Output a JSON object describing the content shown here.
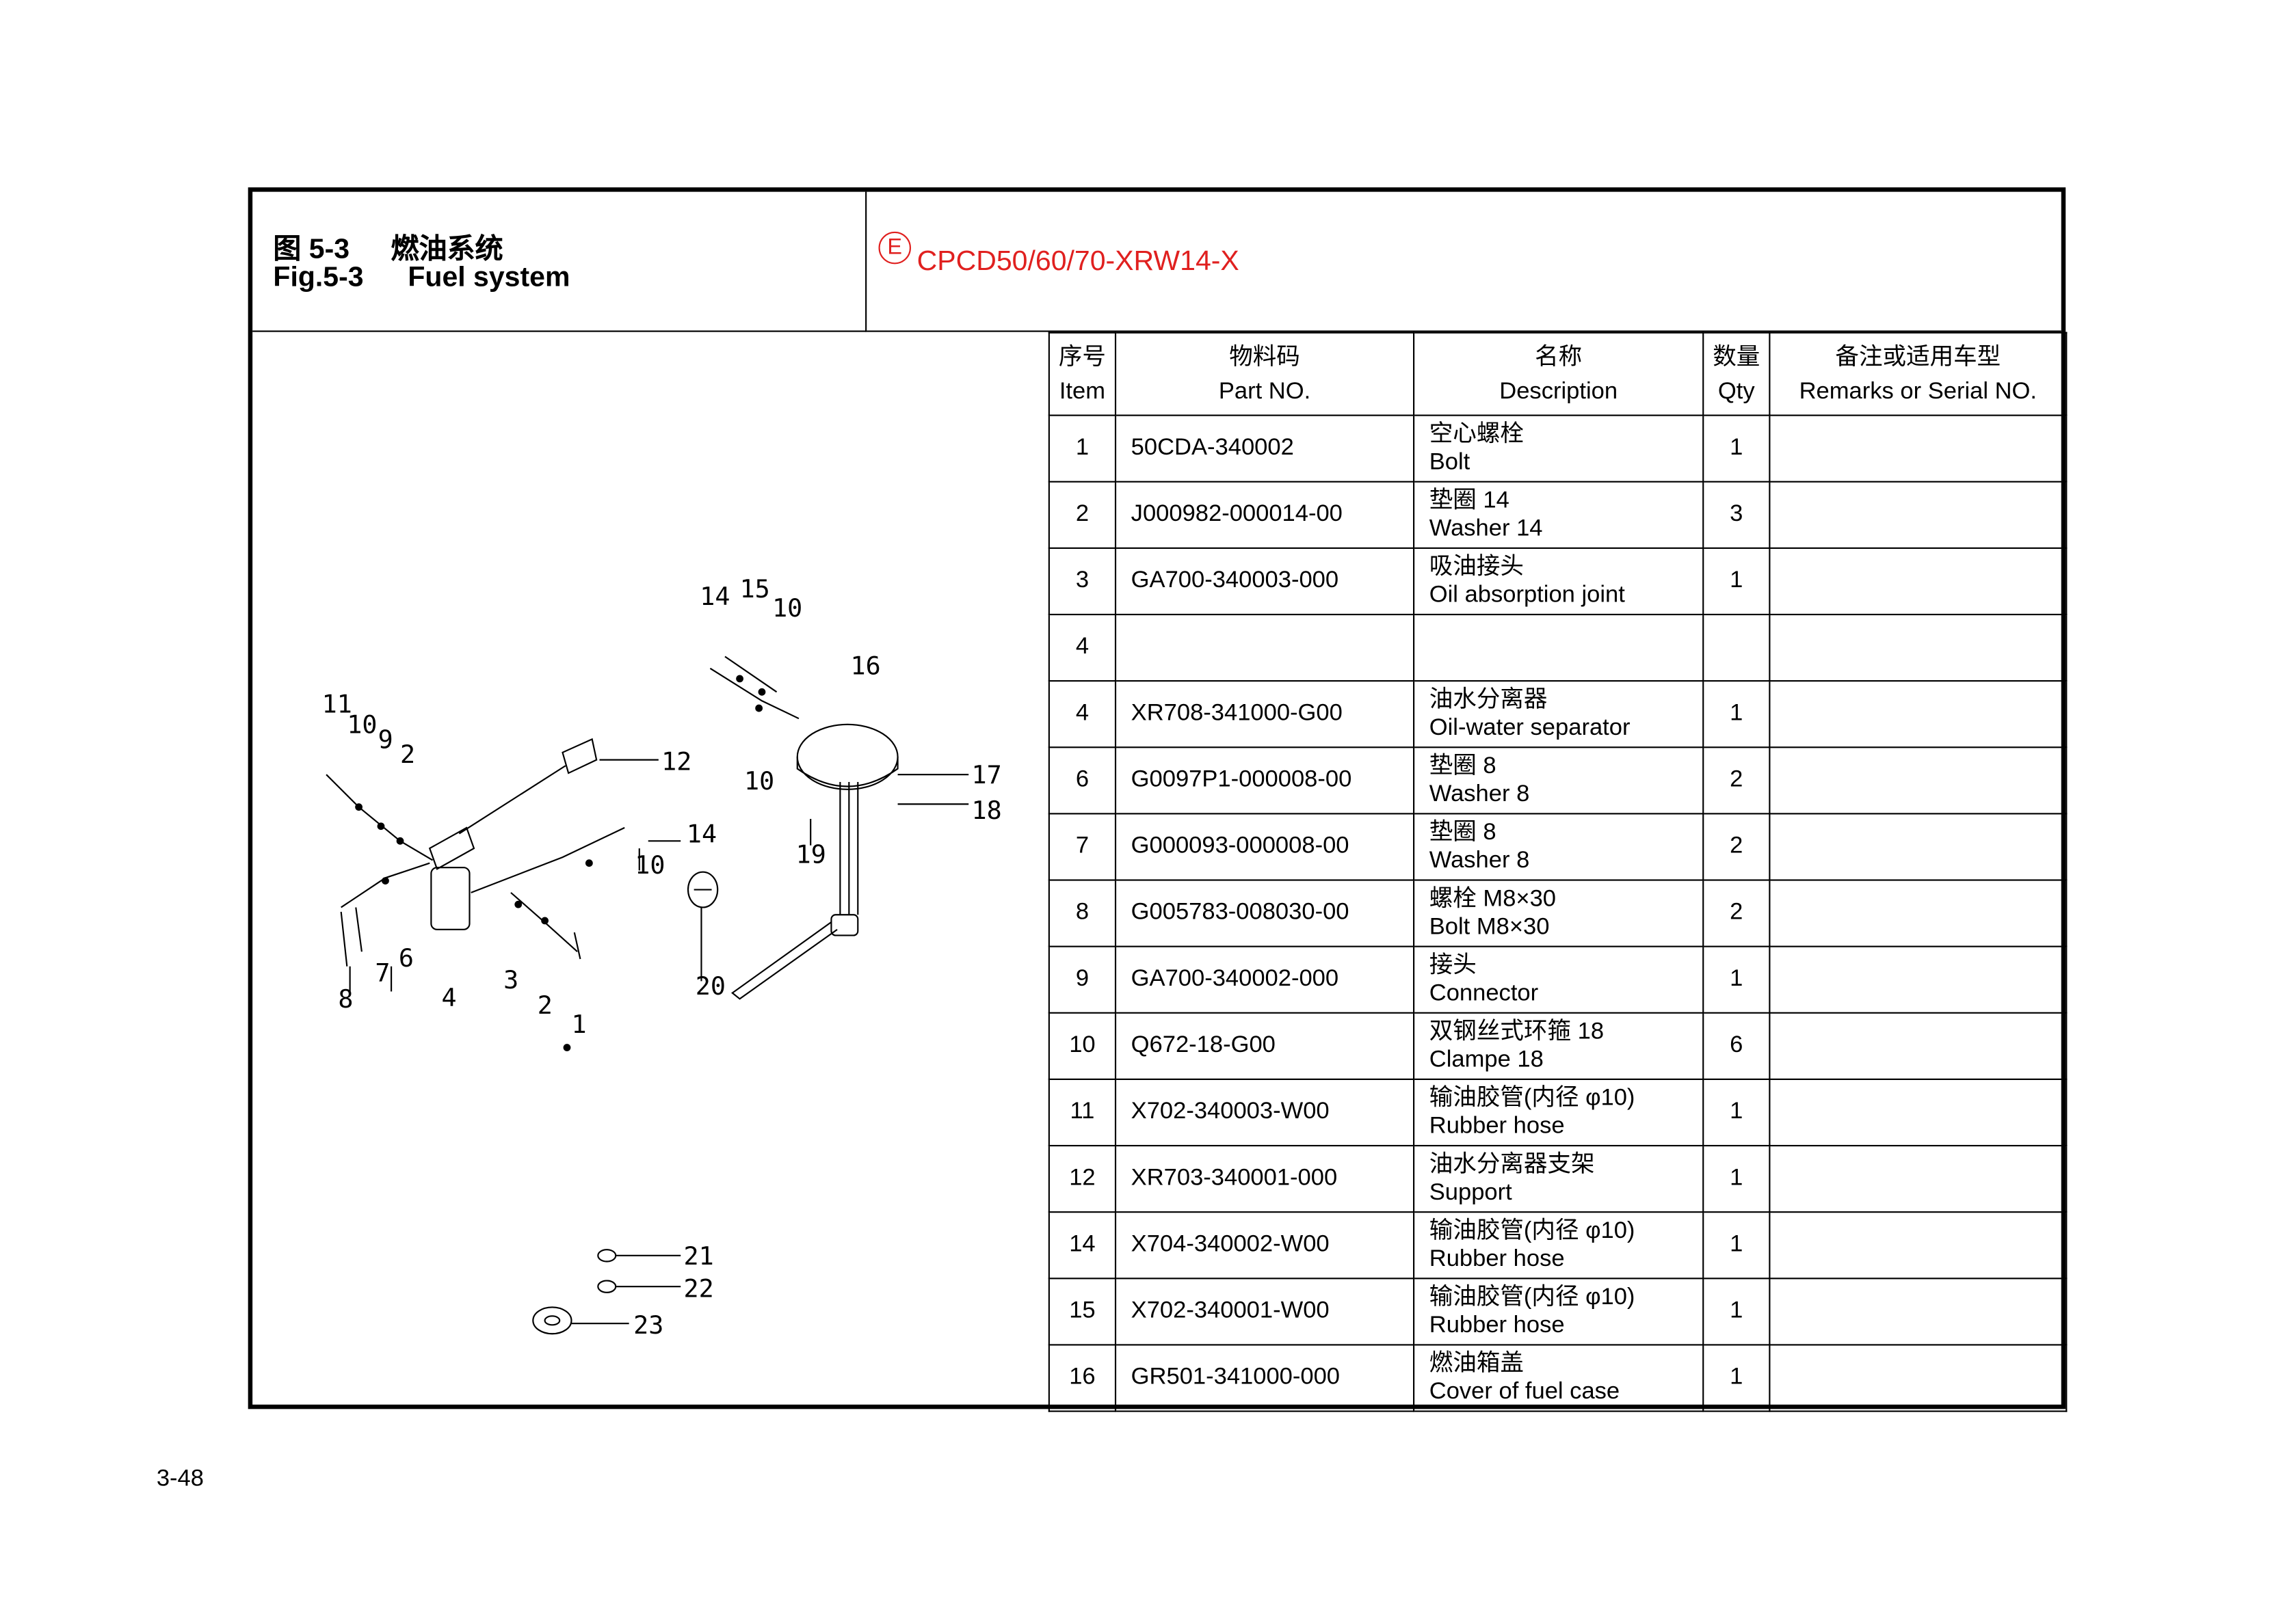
{
  "header": {
    "fig_cn_prefix": "图 5-3",
    "fig_cn_title": "燃油系统",
    "fig_en_prefix": "Fig.5-3",
    "fig_en_title": "Fuel system",
    "ce_mark": "E",
    "model": "CPCD50/60/70-XRW14-X"
  },
  "table": {
    "columns": [
      {
        "cn": "序号",
        "en": "Item"
      },
      {
        "cn": "物料码",
        "en": "Part NO."
      },
      {
        "cn": "名称",
        "en": "Description"
      },
      {
        "cn": "数量",
        "en": "Qty"
      },
      {
        "cn": "备注或适用车型",
        "en": "Remarks or Serial NO."
      }
    ],
    "rows": [
      {
        "item": "1",
        "part": "50CDA-340002",
        "desc_cn": "空心螺栓",
        "desc_en": "Bolt",
        "qty": "1",
        "remarks": ""
      },
      {
        "item": "2",
        "part": "J000982-000014-00",
        "desc_cn": "垫圈 14",
        "desc_en": "Washer 14",
        "qty": "3",
        "remarks": ""
      },
      {
        "item": "3",
        "part": "GA700-340003-000",
        "desc_cn": "吸油接头",
        "desc_en": "Oil absorption joint",
        "qty": "1",
        "remarks": ""
      },
      {
        "item": "4",
        "part": "",
        "desc_cn": "",
        "desc_en": "",
        "qty": "",
        "remarks": ""
      },
      {
        "item": "4",
        "part": "XR708-341000-G00",
        "desc_cn": "油水分离器",
        "desc_en": "Oil-water separator",
        "qty": "1",
        "remarks": ""
      },
      {
        "item": "6",
        "part": "G0097P1-000008-00",
        "desc_cn": "垫圈 8",
        "desc_en": "Washer 8",
        "qty": "2",
        "remarks": ""
      },
      {
        "item": "7",
        "part": "G000093-000008-00",
        "desc_cn": "垫圈 8",
        "desc_en": "Washer 8",
        "qty": "2",
        "remarks": ""
      },
      {
        "item": "8",
        "part": "G005783-008030-00",
        "desc_cn": "螺栓 M8×30",
        "desc_en": "Bolt M8×30",
        "qty": "2",
        "remarks": ""
      },
      {
        "item": "9",
        "part": "GA700-340002-000",
        "desc_cn": "接头",
        "desc_en": "Connector",
        "qty": "1",
        "remarks": ""
      },
      {
        "item": "10",
        "part": "Q672-18-G00",
        "desc_cn": "双钢丝式环箍 18",
        "desc_en": "Clampe 18",
        "qty": "6",
        "remarks": ""
      },
      {
        "item": "11",
        "part": "X702-340003-W00",
        "desc_cn": "输油胶管(内径 φ10)",
        "desc_en": "Rubber hose",
        "qty": "1",
        "remarks": ""
      },
      {
        "item": "12",
        "part": "XR703-340001-000",
        "desc_cn": "油水分离器支架",
        "desc_en": "Support",
        "qty": "1",
        "remarks": ""
      },
      {
        "item": "14",
        "part": "X704-340002-W00",
        "desc_cn": "输油胶管(内径 φ10)",
        "desc_en": "Rubber hose",
        "qty": "1",
        "remarks": ""
      },
      {
        "item": "15",
        "part": "X702-340001-W00",
        "desc_cn": "输油胶管(内径 φ10)",
        "desc_en": "Rubber hose",
        "qty": "1",
        "remarks": ""
      },
      {
        "item": "16",
        "part": "GR501-341000-000",
        "desc_cn": "燃油箱盖",
        "desc_en": "Cover of fuel case",
        "qty": "1",
        "remarks": ""
      }
    ]
  },
  "diagram": {
    "callouts": [
      "14",
      "15",
      "10",
      "16",
      "11",
      "10",
      "9",
      "2",
      "12",
      "10",
      "17",
      "18",
      "14",
      "19",
      "10",
      "20",
      "8",
      "7",
      "6",
      "4",
      "3",
      "2",
      "1",
      "21",
      "22",
      "23"
    ]
  },
  "footer": {
    "page_number": "3-48"
  }
}
